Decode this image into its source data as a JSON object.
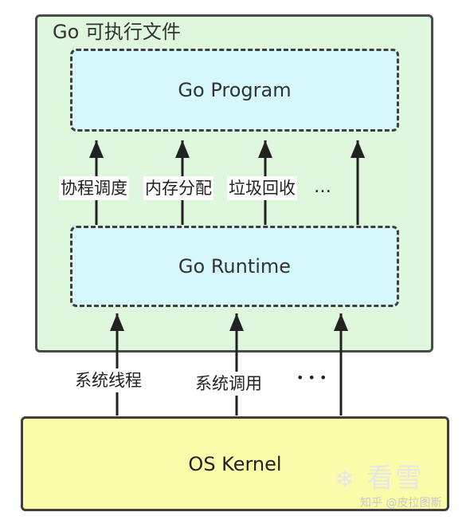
{
  "executable": {
    "title": "Go 可执行文件"
  },
  "program": {
    "label": "Go Program"
  },
  "runtime": {
    "label": "Go Runtime"
  },
  "kernel": {
    "label": "OS Kernel"
  },
  "runtime_services": {
    "coroutine_scheduling": "协程调度",
    "memory_allocation": "内存分配",
    "garbage_collection": "垃圾回收",
    "more": "…"
  },
  "kernel_services": {
    "system_threads": "系统线程",
    "system_calls": "系统调用",
    "more": "• • •"
  },
  "watermark": {
    "logo": "看雪",
    "text": "知乎 @皮拉图斯"
  }
}
